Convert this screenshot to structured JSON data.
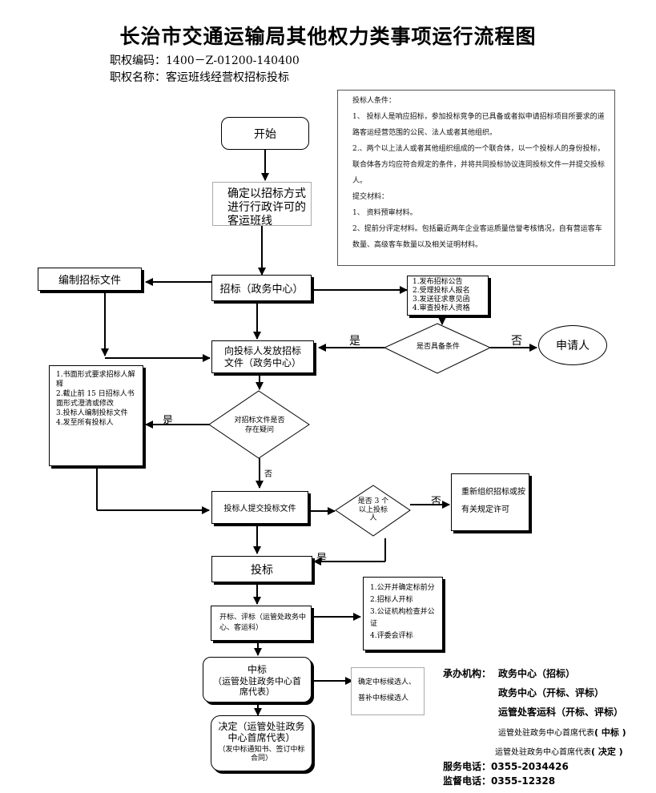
{
  "title": "长治市交通运输局其他权力类事项运行流程图",
  "code_line": "职权编码：1400－Z-01200-140400",
  "name_line": "职权名称：客运班线经营权招标投标",
  "conditions": {
    "heading": "投标人条件：",
    "item1": "1、   投标人是响应招标，参加投标竞争的已具备或者拟申请招标项目所要求的道路客运经营范围的公民、法人或者其他组织。",
    "item2": "2.、两个以上法人或者其他组织组成的一个联合体，以一个投标人的身份投标，联合体各方均应符合规定的条件，并将共同投标协议连同投标文件一并提交投标人。",
    "materials_heading": "提交材料：",
    "mat1": "1、   资料预审材料。",
    "mat2": "2、提前分评定材料。包括最近两年企业客运质量信誉考核情况，自有营运客车数量、高级客车数量以及相关证明材料。"
  },
  "nodes": {
    "start": "开始",
    "determine": "确定以招标方式进行行政许可的客运班线",
    "compile": "编制招标文件",
    "tender": "招标（政务中心）",
    "tender_steps": [
      "1.发布招标公告",
      "2.受理投标人报名",
      "3.发送征求意见函",
      "4.审查投标人资格"
    ],
    "eligible": "是否具备条件",
    "applicant": "申请人",
    "issue": "向投标人发放招标文件（政务中心）",
    "doubt_steps": [
      "1.书面形式要求招标人解释",
      "2.截止前 15 日招标人书面形式澄清或修改",
      "3.投标人编制投标文件",
      "4.发至所有投标人"
    ],
    "doubt": "对招标文件是否存在疑问",
    "submit": "投标人提交投标文件",
    "enough": "是否 3 个以上投标人",
    "reorganize": "重新组织招标或按有关规定许可",
    "bid": "投标",
    "open": "开标、评标（运管处政务中心、客运科）",
    "open_steps": [
      "1.公开并确定标前分",
      "2.招标人开标",
      "3.公证机构检查并公证",
      "4.评委会评标"
    ],
    "winner_title": "中标",
    "winner_sub": "（运管处驻政务中心首席代表）",
    "candidates": "确定中标候选人、普补中标候选人",
    "decision_title": "决定（运管处驻政务中心首席代表）",
    "decision_sub": "（发中标通知书、签订中标合同）"
  },
  "labels": {
    "yes": "是",
    "no": "否"
  },
  "agencies": {
    "heading": "承办机构：",
    "a1": "政务中心（招标）",
    "a2": "政务中心（开标、评标）",
    "a3": "运管处客运科（开标、评标）",
    "a4_text": "运管处驻政务中心首席代表",
    "a4_tag": "( 中标 )",
    "a5_text": "运管处驻政务中心首席代表",
    "a5_tag": "( 决定 )"
  },
  "contacts": {
    "service": "服务电话：0355-2034426",
    "supervise": "监督电话：0355-12328"
  }
}
